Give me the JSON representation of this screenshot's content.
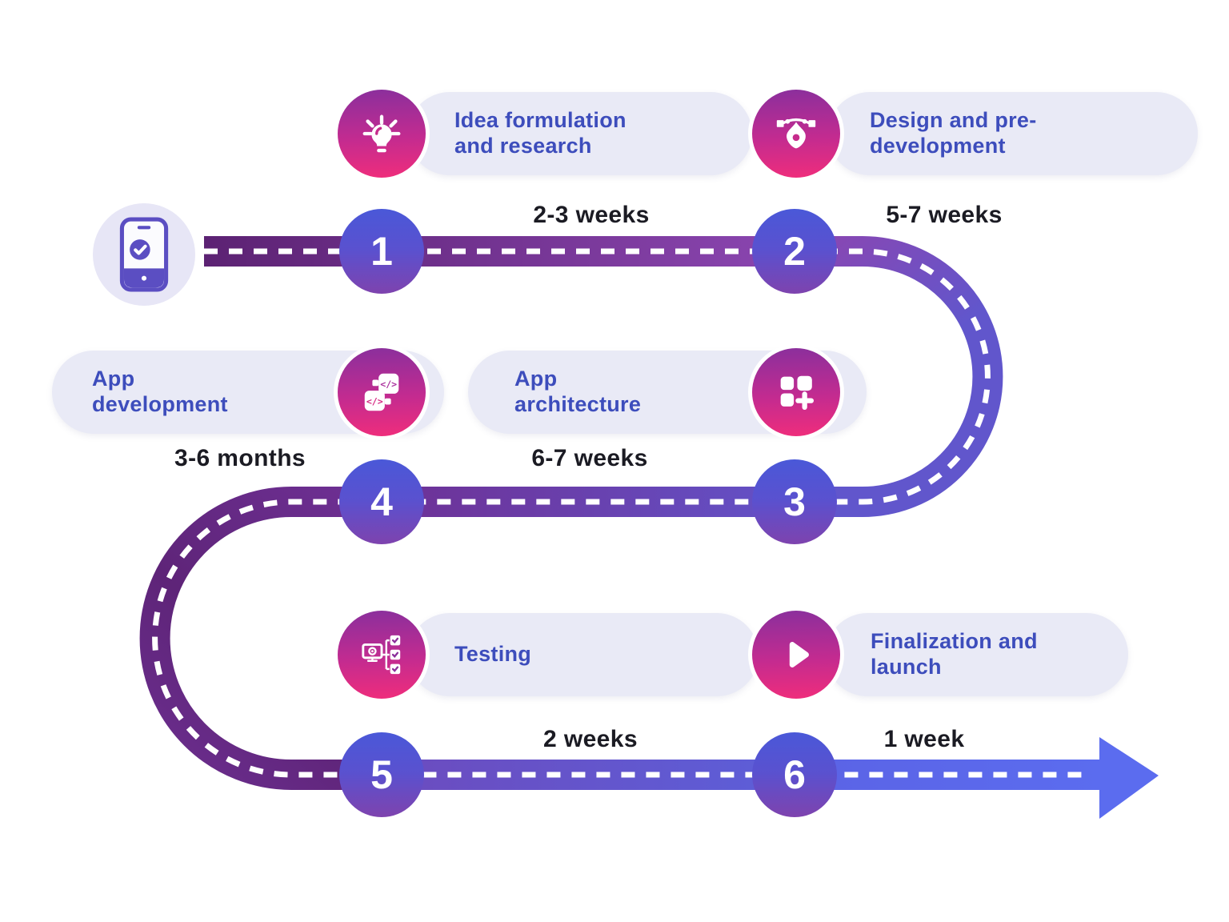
{
  "figure": {
    "type": "roadmap-timeline",
    "subject": "Mobile app development process",
    "background": "#FFFFFF"
  },
  "palette": {
    "pill_bg": "#E9EAF6",
    "pill_text": "#3D4DBC",
    "duration_text": "#1B1B23",
    "node_gradient_top": "#4A58D8",
    "node_gradient_bottom": "#7E43AE",
    "icon_gradient_top": "#8C2F9C",
    "icon_gradient_bottom": "#EE2D7C",
    "road_start_dark": "#5C2273",
    "road_purple": "#8B46B1",
    "road_violet": "#6156CC",
    "road_curve_dark": "#5E2478",
    "road_end_blue": "#5B6CEF",
    "road_dash": "#FFFFFF",
    "start_badge_bg": "#E7E6F6",
    "start_badge_icon_color": "#5B4EC2"
  },
  "start_marker": {
    "icon": "mobile-phone-check-icon"
  },
  "stages": [
    {
      "number": "1",
      "title": "Idea formulation and research",
      "duration": "2-3 weeks",
      "icon": "lightbulb-icon"
    },
    {
      "number": "2",
      "title": "Design and pre-development",
      "duration": "5-7 weeks",
      "icon": "pen-tool-icon"
    },
    {
      "number": "3",
      "title": "App architecture",
      "duration": "6-7 weeks",
      "icon": "grid-plus-icon"
    },
    {
      "number": "4",
      "title": "App development",
      "duration": "3-6 months",
      "icon": "code-blocks-icon"
    },
    {
      "number": "5",
      "title": "Testing",
      "duration": "2 weeks",
      "icon": "testing-checklist-icon"
    },
    {
      "number": "6",
      "title": "Finalization and launch",
      "duration": "1 week",
      "icon": "play-icon"
    }
  ],
  "arrow": {
    "meaning": "process continues / release",
    "color": "#5B6CEF"
  }
}
